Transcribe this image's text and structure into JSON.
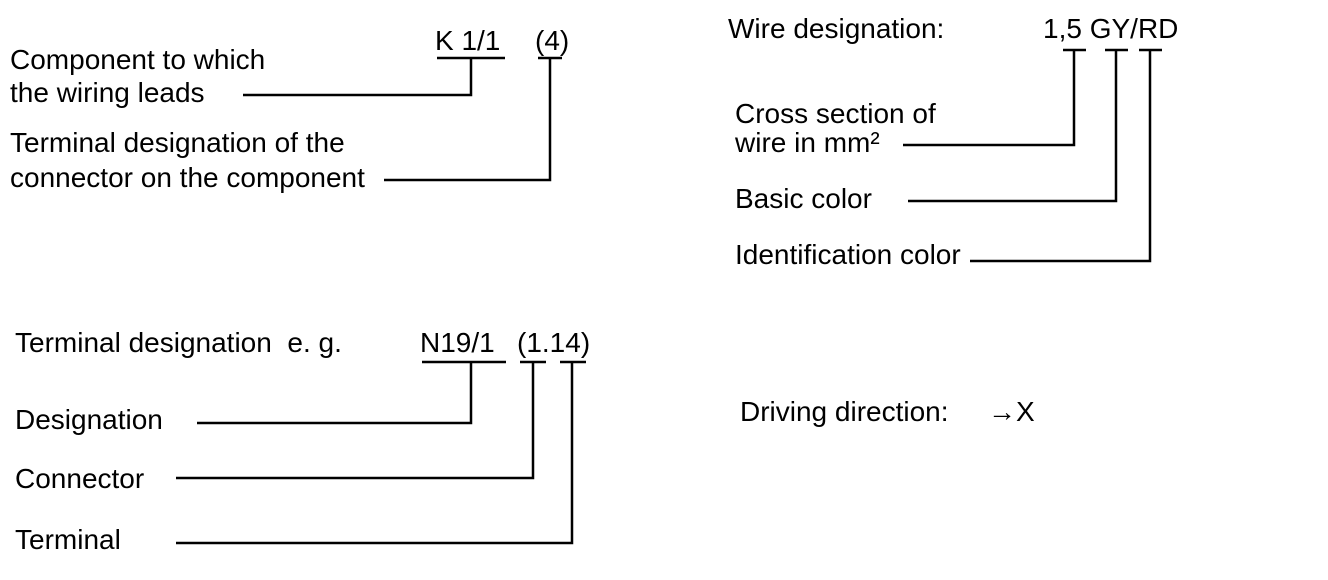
{
  "component_reference": {
    "component_code": "K 1/1",
    "terminal_code": "(4)",
    "component_description": [
      "Component to which",
      "the wiring leads"
    ],
    "terminal_description": [
      "Terminal designation of the",
      "connector on the component"
    ]
  },
  "wire_designation": {
    "label": "Wire designation:",
    "code": "1,5 GY/RD",
    "cross_section_description": [
      "Cross section of",
      "wire in mm²"
    ],
    "basic_color_description": "Basic color",
    "identification_color_description": "Identification color"
  },
  "terminal_designation": {
    "label": "Terminal designation  e. g.",
    "designation_code": "N19/1",
    "connector_terminal_code": "(1.14)",
    "designation_description": "Designation",
    "connector_description": "Connector",
    "terminal_description": "Terminal"
  },
  "driving_direction": {
    "label": "Driving direction:",
    "symbol": "→X"
  },
  "colors": {
    "ink": "#000000",
    "paper": "#ffffff"
  }
}
